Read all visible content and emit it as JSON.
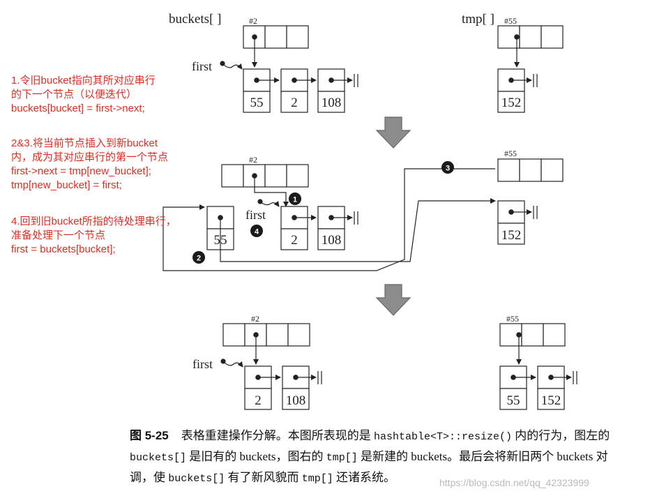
{
  "labels": {
    "buckets": "buckets[ ]",
    "tmp": "tmp[ ]",
    "idx_old": "#2",
    "idx_new": "#55",
    "first": "first"
  },
  "values": {
    "n55": "55",
    "n2": "2",
    "n108": "108",
    "n152": "152"
  },
  "badges": [
    "1",
    "2",
    "3",
    "4"
  ],
  "notes": {
    "step1": "1.令旧bucket指向其所对应串行\n的下一个节点（以便迭代）\nbuckets[bucket] = first->next;",
    "step23": "2&3.将当前节点插入到新bucket\n内，成为其对应串行的第一个节点\nfirst->next = tmp[new_bucket];\ntmp[new_bucket] = first;",
    "step4": "4.回到旧bucket所指的待处理串行，\n准备处理下一个节点\nfirst = buckets[bucket];"
  },
  "caption": {
    "fig_label": "图 5-25",
    "p1": "表格重建操作分解。本图所表现的是",
    "c1": "hashtable<T>::resize()",
    "p2": "内的行为，图左的",
    "c2": "buckets[]",
    "p3": "是旧有的 buckets，图右的",
    "c3": "tmp[]",
    "p4": "是新建的 buckets。最后会将新旧两个 buckets 对调，使",
    "c4": "buckets[]",
    "p5": "有了新风貌而",
    "c5": "tmp[]",
    "p6": "还诸系统。"
  },
  "watermark": "https://blog.csdn.net/qq_42323999",
  "colors": {
    "annotation_red": "#e02b20",
    "line": "#222222",
    "arrow_fill": "#8c8c8c",
    "badge": "#1a1a1a"
  }
}
